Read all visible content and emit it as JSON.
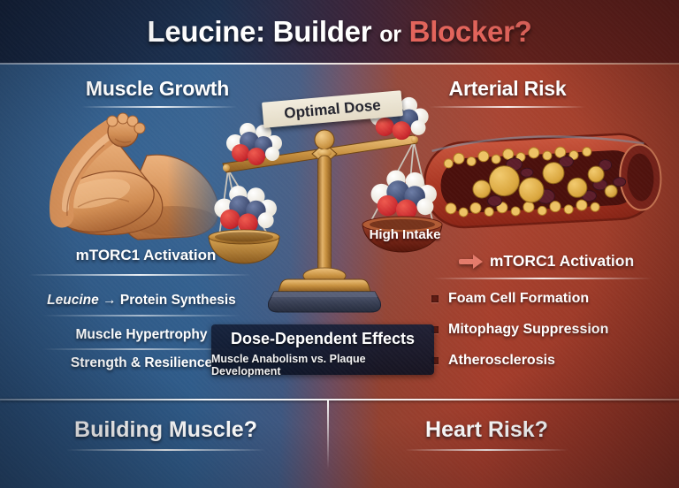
{
  "header": {
    "title_main": "Leucine: Builder",
    "title_or": "or",
    "title_accent": "Blocker?"
  },
  "left_panel": {
    "heading": "Muscle Growth",
    "activation": "mTORC1 Activation",
    "flow": {
      "em": "Leucine",
      "arrow": "→",
      "rest": "Protein Synthesis"
    },
    "items": [
      "Muscle Hypertrophy",
      "Strength & Resilience"
    ],
    "question": "Building Muscle?"
  },
  "center": {
    "optimal_label": "Optimal Dose",
    "high_intake_label": "High Intake",
    "band_title": "Dose-Dependent Effects",
    "band_subtitle": "Muscle Anabolism vs. Plaque Development"
  },
  "right_panel": {
    "heading": "Arterial Risk",
    "activation": "mTORC1 Activation",
    "items": [
      "Foam Cell Formation",
      "Mitophagy Suppression",
      "Atherosclerosis"
    ],
    "question": "Heart Risk?"
  },
  "illustrations": {
    "bicep": "flexed-bicep-arm",
    "scale": "balance-scale-with-leucine-molecules",
    "artery": "clogged-artery-cross-section"
  },
  "colors": {
    "accent_red": "#e2635a",
    "muscle_blue": "#2e5a88",
    "artery_red": "#a23a2c",
    "scale_gold": "#c8913f",
    "molecule_red": "#c6252b",
    "molecule_navy": "#39466b",
    "molecule_white": "#f2efe9"
  }
}
